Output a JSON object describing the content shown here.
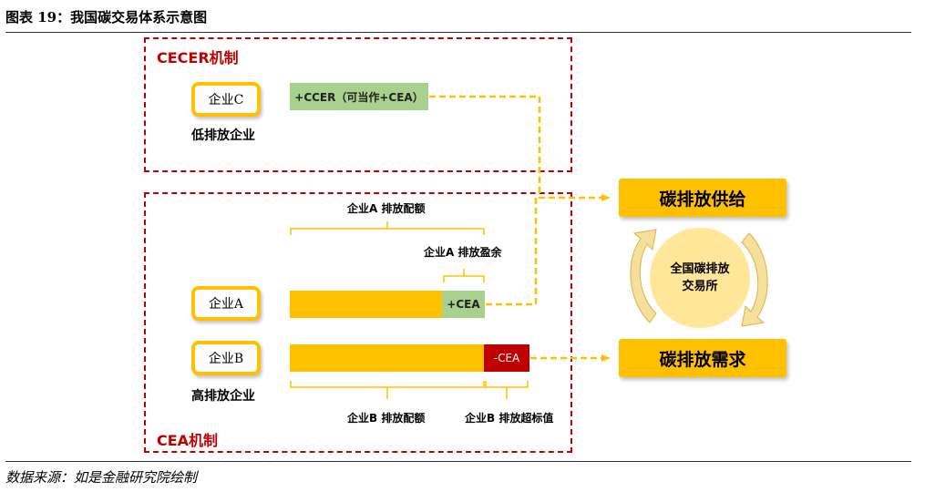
{
  "figure": {
    "title": "图表 19：我国碳交易体系示意图",
    "source": "数据来源：如是金融研究院绘制"
  },
  "cecer_section": {
    "label": "CECER机制",
    "enterprise": "企业C",
    "enterprise_type": "低排放企业",
    "credit_bar": "+CCER（可当作+CEA）"
  },
  "cea_section": {
    "label": "CEA机制",
    "enterprise_a": "企业A",
    "enterprise_b": "企业B",
    "enterprise_b_type": "高排放企业",
    "a_quota_label": "企业A 排放配额",
    "a_surplus_label": "企业A 排放盈余",
    "a_surplus_bar": "+CEA",
    "b_deficit_bar": "-CEA",
    "b_quota_label": "企业B 排放配额",
    "b_excess_label": "企业B 排放超标值"
  },
  "market": {
    "supply": "碳排放供给",
    "demand": "碳排放需求",
    "exchange_line1": "全国碳排放",
    "exchange_line2": "交易所"
  },
  "colors": {
    "accent_yellow": "#ffc000",
    "dash_red": "#c00000",
    "credit_green": "#a9d18e",
    "circle_fill": "#ffe699",
    "arrow_fill": "#f5df9a"
  }
}
